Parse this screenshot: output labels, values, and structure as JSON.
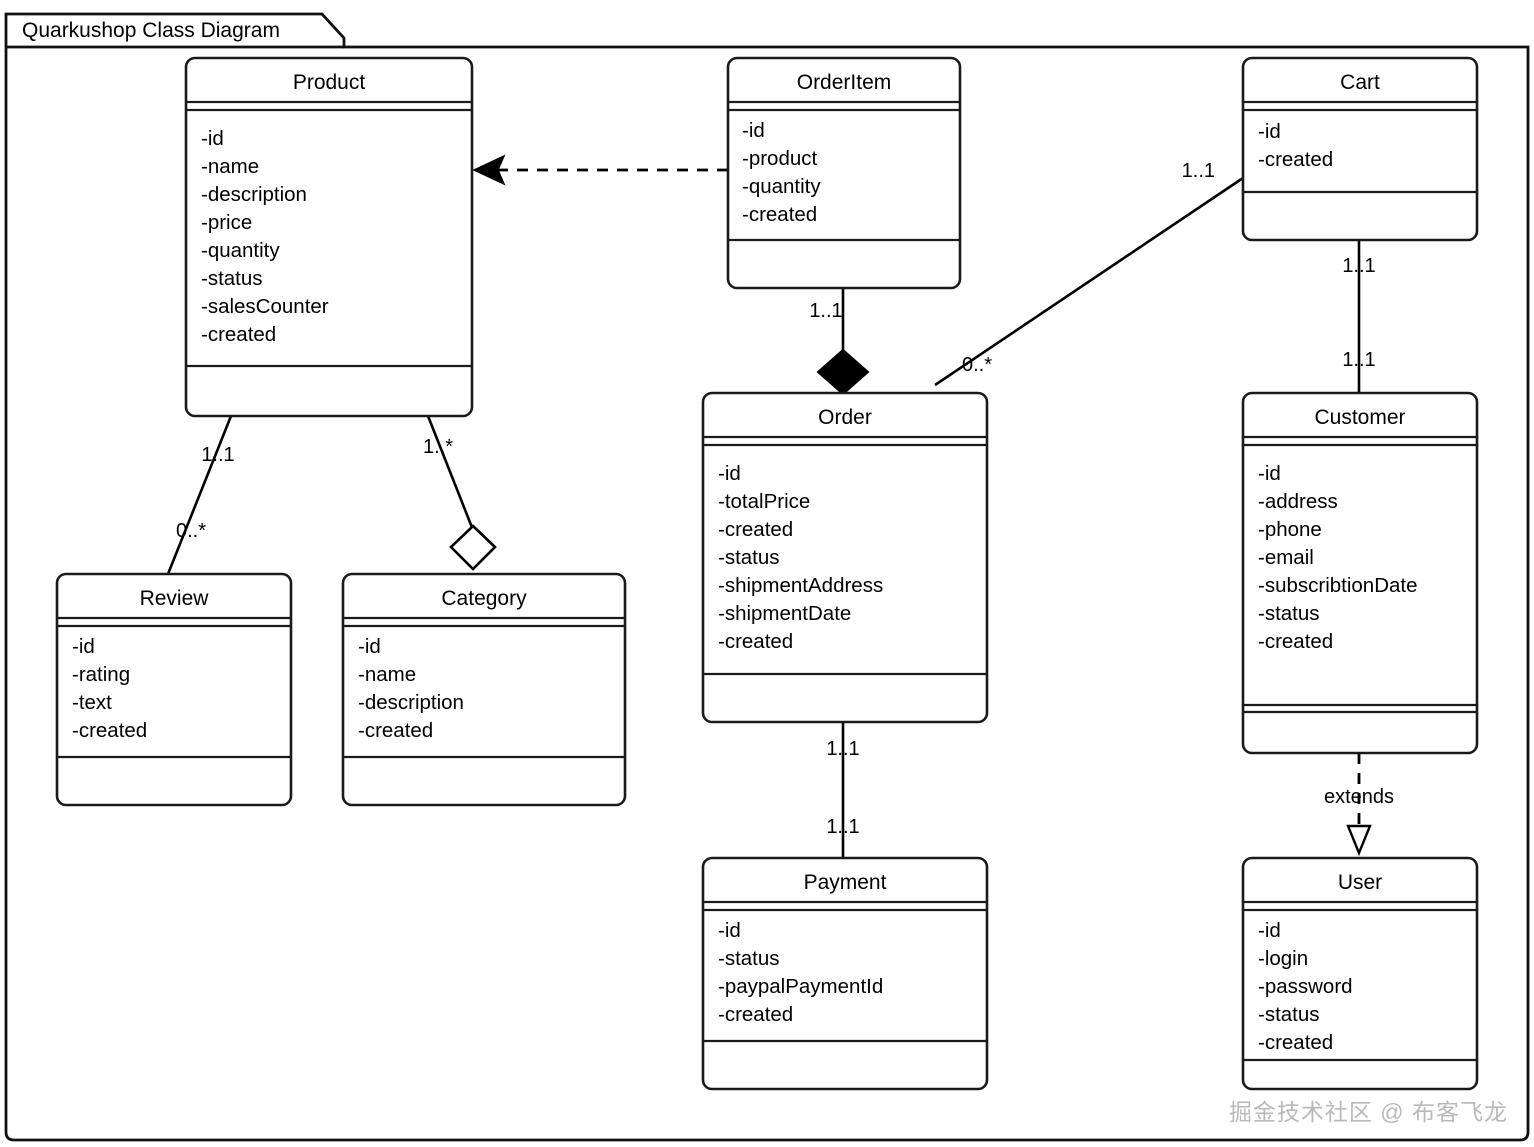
{
  "frame": {
    "label": "Quarkushop Class Diagram"
  },
  "watermark": "掘金技术社区 @ 布客飞龙",
  "classes": {
    "product": {
      "name": "Product",
      "attributes": [
        "-id",
        "-name",
        "-description",
        "-price",
        "-quantity",
        "-status",
        "-salesCounter",
        "-created"
      ],
      "methods": []
    },
    "orderitem": {
      "name": "OrderItem",
      "attributes": [
        "-id",
        "-product",
        "-quantity",
        "-created"
      ],
      "methods": []
    },
    "cart": {
      "name": "Cart",
      "attributes": [
        "-id",
        "-created"
      ],
      "methods": []
    },
    "order": {
      "name": "Order",
      "attributes": [
        "-id",
        "-totalPrice",
        "-created",
        "-status",
        "-shipmentAddress",
        "-shipmentDate",
        "-created"
      ],
      "methods": []
    },
    "customer": {
      "name": "Customer",
      "attributes": [
        "-id",
        "-address",
        "-phone",
        "-email",
        "-subscribtionDate",
        "-status",
        "-created"
      ],
      "methods": []
    },
    "review": {
      "name": "Review",
      "attributes": [
        "-id",
        "-rating",
        "-text",
        "-created"
      ],
      "methods": []
    },
    "category": {
      "name": "Category",
      "attributes": [
        "-id",
        "-name",
        "-description",
        "-created"
      ],
      "methods": []
    },
    "payment": {
      "name": "Payment",
      "attributes": [
        "-id",
        "-status",
        "-paypalPaymentId",
        "-created"
      ],
      "methods": []
    },
    "user": {
      "name": "User",
      "attributes": [
        "-id",
        "-login",
        "-password",
        "-status",
        "-created"
      ],
      "methods": []
    }
  },
  "multiplicities": {
    "orderitem_order_top": "1..1",
    "order_cart_near_cart": "1..1",
    "order_cart_near_order": "0..*",
    "cart_customer_top": "1..1",
    "cart_customer_bottom": "1..1",
    "product_review_top": "1..1",
    "product_review_bottom": "0..*",
    "product_category_top": "1..*",
    "order_payment_top": "1..1",
    "order_payment_bottom": "1..1"
  },
  "relations": {
    "customer_user_label": "extends"
  }
}
